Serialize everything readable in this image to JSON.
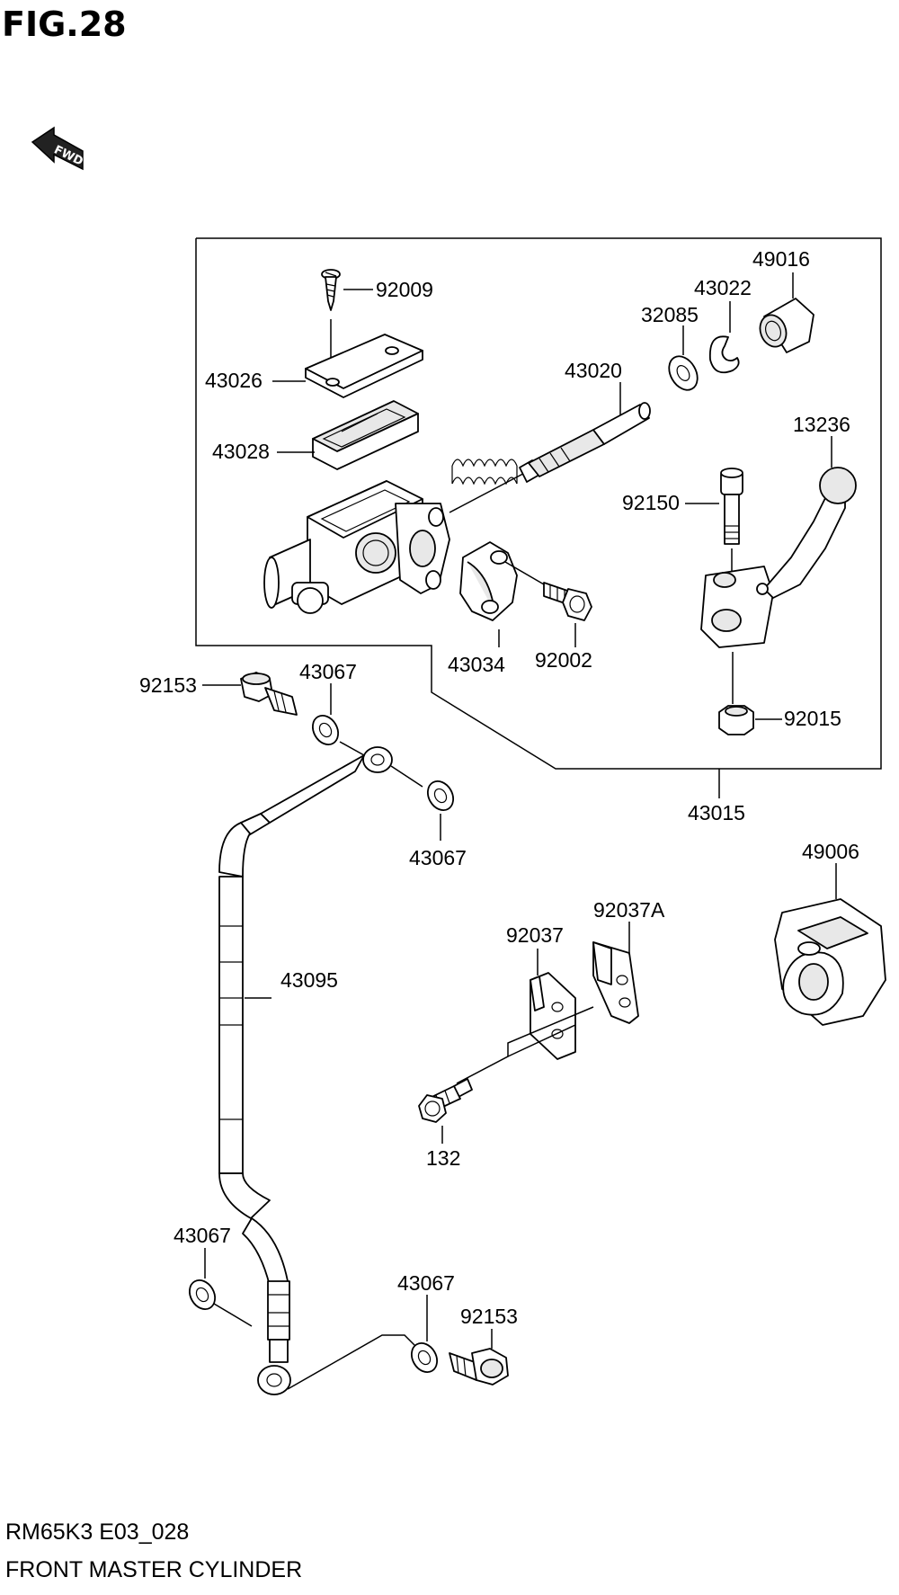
{
  "figure": {
    "title": "FIG.28",
    "fwd_label": "FWD"
  },
  "footer": {
    "code": "RM65K3 E03_028",
    "caption": "FRONT MASTER CYLINDER"
  },
  "labels": {
    "p92009": "92009",
    "p43026": "43026",
    "p43028": "43028",
    "p43020": "43020",
    "p32085": "32085",
    "p43022": "43022",
    "p49016": "49016",
    "p13236": "13236",
    "p92150": "92150",
    "p43034": "43034",
    "p92002": "92002",
    "p92015": "92015",
    "p43015": "43015",
    "p92153_top": "92153",
    "p43067_a": "43067",
    "p43067_b": "43067",
    "p43095": "43095",
    "p49006": "49006",
    "p92037": "92037",
    "p92037A": "92037A",
    "p132": "132",
    "p43067_c": "43067",
    "p43067_d": "43067",
    "p92153_bot": "92153"
  }
}
